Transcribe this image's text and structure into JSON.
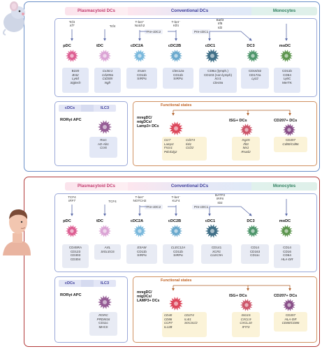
{
  "colors": {
    "mouse_border": "#6a8fc8",
    "human_border": "#b23a3a",
    "pdc": "#d94c86",
    "tdc": "#d79ad0",
    "cdc2a": "#6ab0d8",
    "cdc2b": "#5aa0c8",
    "cdc1": "#2a5f7a",
    "dc3": "#3a8a5a",
    "modc": "#4a8a3a",
    "ror": "#8a4a8a",
    "mreg": "#d8344a",
    "isg": "#c8425a",
    "cd207": "#7a3a7a"
  },
  "mouse": {
    "bands": {
      "pdc": "Plasmacytoid DCs",
      "conv": "Conventional DCs",
      "mono": "Monocytes"
    },
    "tf": {
      "pdc": [
        "Tcf4",
        "Irf7"
      ],
      "tdc": [
        "Tcf4"
      ],
      "cdc2a": [
        "T-bet⁺",
        "Notch2"
      ],
      "cdc2b": [
        "T-bet⁻",
        "Klf4"
      ],
      "cdc1": [
        "Batf3",
        "Irf8",
        "Id2"
      ]
    },
    "pre": {
      "cdc2": "Pre-cDC2",
      "cdc1": "Pre-cDC1"
    },
    "cells": [
      "pDC",
      "tDC",
      "cDC2A",
      "cDC2B",
      "cDC1",
      "DC3",
      "moDC"
    ],
    "markers": {
      "pdc": [
        "B220",
        "Bst2",
        "Ly6d",
        "Siglech"
      ],
      "tdc": [
        "Cx3cr1",
        "Cd209a",
        "Cd200r",
        "Ngfr"
      ],
      "cdc2a": [
        "Esam",
        "CD11b",
        "SIRPα"
      ],
      "cdc2b": [
        "Clec12a",
        "CD11b",
        "SIRPα"
      ],
      "cdc1": [
        "CD8α (lymph.)",
        "CD103 (non-lymph)",
        "Xcr1",
        "Clec9a"
      ],
      "dc3": [
        "CD16/32",
        "CD172a",
        "Lyz2"
      ],
      "modc": [
        "CD11b",
        "CD64",
        "Ly6C",
        "MerTK"
      ]
    },
    "ilc": {
      "cdcs": "cDCs",
      "ilc3": "ILC3",
      "apc": "RORγt APC",
      "markers": [
        "Rorc",
        "H2-Ab1",
        "Ccr6"
      ]
    },
    "functional": {
      "title": "Functional states",
      "mreg": [
        "mregDC/",
        "migDCs/",
        "Lamp3+ DCs"
      ],
      "isg": "ISG+ DCs",
      "cd207": "CD207+ DCs",
      "mreg_markers_a": [
        "Ccr7",
        "Lamp3",
        "Fscn1",
        "Pdcd1lg2"
      ],
      "mreg_markers_b": [
        "Cd274",
        "Il4i1",
        "Ccl22"
      ],
      "isg_markers": [
        "Isg15",
        "Ifit3",
        "Mx1",
        "Rsad2"
      ],
      "cd207_markers": [
        "CD207",
        "Cd80/Cd86"
      ]
    }
  },
  "human": {
    "bands": {
      "pdc": "Plasmacytoid DCs",
      "conv": "Conventional DCs",
      "mono": "Monocytes"
    },
    "tf": {
      "pdc": [
        "TCF4",
        "IRF7"
      ],
      "tdc": [
        "TCF4"
      ],
      "cdc2a": [
        "T-bet⁺",
        "NOTCH2"
      ],
      "cdc2b": [
        "T-bet⁻",
        "KLF4"
      ],
      "cdc1": [
        "BATF3",
        "IRF8",
        "ID2"
      ]
    },
    "pre": {
      "cdc2": "Pre-cDC2",
      "cdc1": "Pre-cDC1"
    },
    "cells": [
      "pDC",
      "tDC",
      "cDC2A",
      "cDC2B",
      "cDC1",
      "DC3",
      "moDC"
    ],
    "markers": {
      "pdc": [
        "CD45RA",
        "CD123",
        "CD303",
        "CD304"
      ],
      "tdc": [
        "AXL",
        "SIGLEC6"
      ],
      "cdc2a": [
        "ESAM",
        "CD11b",
        "SIRPα"
      ],
      "cdc2b": [
        "CLEC12A",
        "CD11b",
        "SIRPα"
      ],
      "cdc1": [
        "CD141",
        "XCR1",
        "CLEC9A"
      ],
      "dc3": [
        "CD14",
        "CD163",
        "CD11c"
      ],
      "modc": [
        "CD14",
        "CD16",
        "CD64",
        "HLA-DR"
      ]
    },
    "ilc": {
      "cdcs": "cDCs",
      "ilc3": "ILC3",
      "apc": "RORγt APC",
      "markers": [
        "RORC",
        "PRDM16",
        "CD11c",
        "MHCII"
      ]
    },
    "functional": {
      "title": "Functional states",
      "mreg": [
        "mregDC/",
        "migDCs/",
        "LAMP3+ DCs"
      ],
      "isg": "ISG+ DCs",
      "cd207": "CD207+ DCs",
      "mreg_markers_a": [
        "CD40",
        "CD86",
        "CCR7",
        "IL12B"
      ],
      "mreg_markers_b": [
        "CD274",
        "IL4I1",
        "SOCS1/2"
      ],
      "isg_markers": [
        "ISG15",
        "CXCL9",
        "CXCL10",
        "IFIT3"
      ],
      "cd207_markers": [
        "CD207",
        "HLA-DR",
        "CD80/CD86"
      ]
    }
  }
}
